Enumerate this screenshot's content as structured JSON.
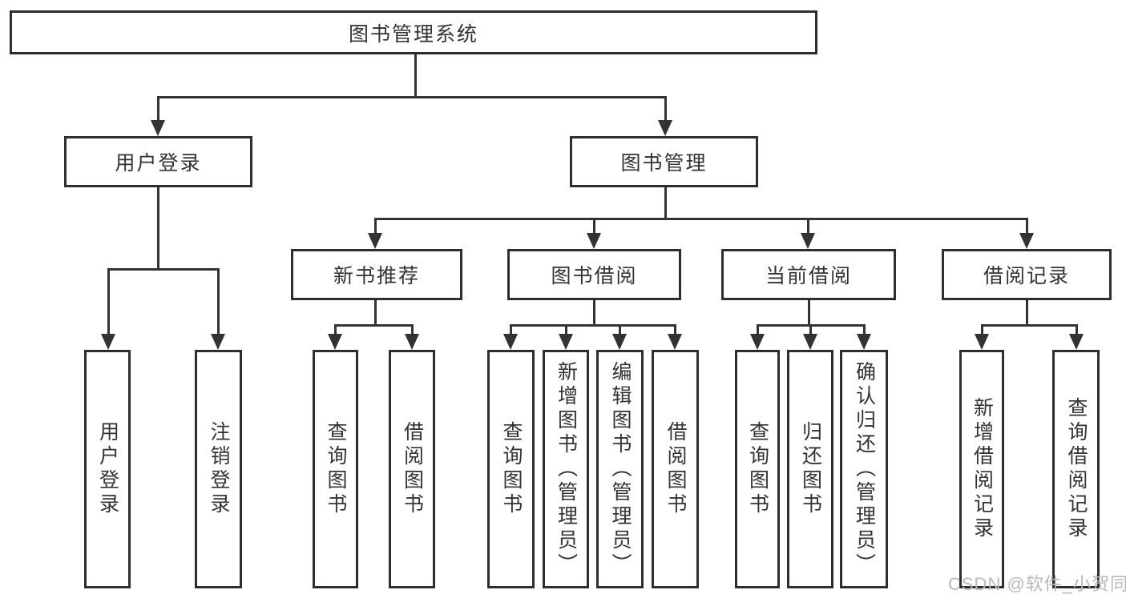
{
  "tree": {
    "root_label": "图书管理系统",
    "branches": [
      {
        "label": "用户登录",
        "leaves": [
          "用户登录",
          "注销登录"
        ]
      },
      {
        "label": "图书管理",
        "groups": [
          {
            "label": "新书推荐",
            "leaves": [
              "查询图书",
              "借阅图书"
            ]
          },
          {
            "label": "图书借阅",
            "leaves": [
              "查询图书",
              "新增图书（管理员）",
              "编辑图书（管理员）",
              "借阅图书"
            ]
          },
          {
            "label": "当前借阅",
            "leaves": [
              "查询图书",
              "归还图书",
              "确认归还（管理员）"
            ]
          },
          {
            "label": "借阅记录",
            "leaves": [
              "新增借阅记录",
              "查询借阅记录"
            ]
          }
        ]
      }
    ]
  },
  "watermark": {
    "text": "CSDN @软件_小贺同学",
    "color": "#b9b9b9"
  },
  "colors": {
    "line": "#333333",
    "box_border": "#2e2e2e",
    "text": "#333333",
    "background": "#ffffff"
  }
}
